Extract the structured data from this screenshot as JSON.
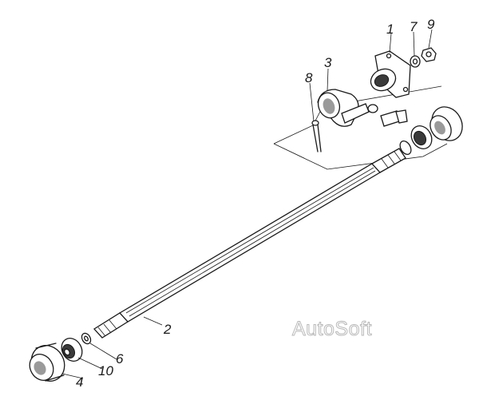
{
  "diagram": {
    "callouts": {
      "c1": "1",
      "c2": "2",
      "c3": "3",
      "c4": "4",
      "c6": "6",
      "c7": "7",
      "c8": "8",
      "c9": "9",
      "c10": "10"
    },
    "watermark": "AutoSoft"
  }
}
